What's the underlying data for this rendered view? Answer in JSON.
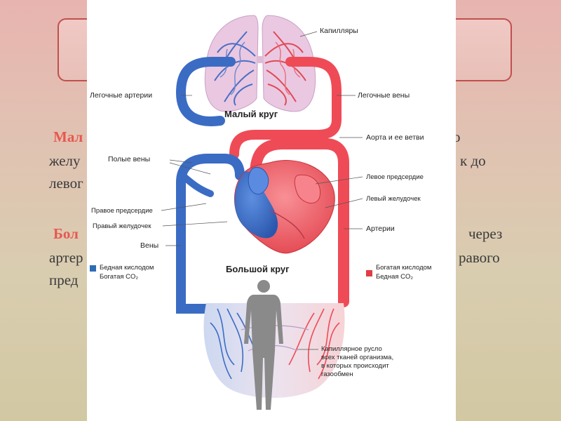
{
  "slide": {
    "para1": {
      "accent": "Мал",
      "line1_right": "о",
      "line2_left": "желу",
      "line2_right": "к до",
      "line3_left": "левог"
    },
    "para2": {
      "accent": "Бол",
      "line1_right": "через",
      "line2_left": "артер",
      "line2_right": "равого",
      "line3_left": "пред"
    }
  },
  "diagram": {
    "labels": {
      "capillaries": "Капилляры",
      "pulmonary_arteries": "Легочные артерии",
      "pulmonary_veins": "Легочные вены",
      "small_circle": "Малый круг",
      "aorta": "Аорта и ее ветви",
      "vena_cava": "Полые вены",
      "left_atrium": "Левое предсердие",
      "left_ventricle": "Левый желудочек",
      "right_atrium": "Правое предсердие",
      "right_ventricle": "Правый желудочек",
      "arteries": "Артерии",
      "veins": "Вены",
      "big_circle": "Большой круг",
      "capillary_bed_1": "Капиллярное русло",
      "capillary_bed_2": "всех тканей организма,",
      "capillary_bed_3": "в которых происходит",
      "capillary_bed_4": "газообмен"
    },
    "legend": {
      "poor": {
        "line1": "Бедная кислодом",
        "line2": "Богатая CO₂",
        "color": "#2e6db4"
      },
      "rich": {
        "line1": "Богатая кислодом",
        "line2": "Бедная CO₂",
        "color": "#e23c45"
      }
    },
    "colors": {
      "blue": "#3b6cc4",
      "red": "#ef4b57",
      "lung": "#eac8e2",
      "body": "#8a8a8a"
    }
  }
}
